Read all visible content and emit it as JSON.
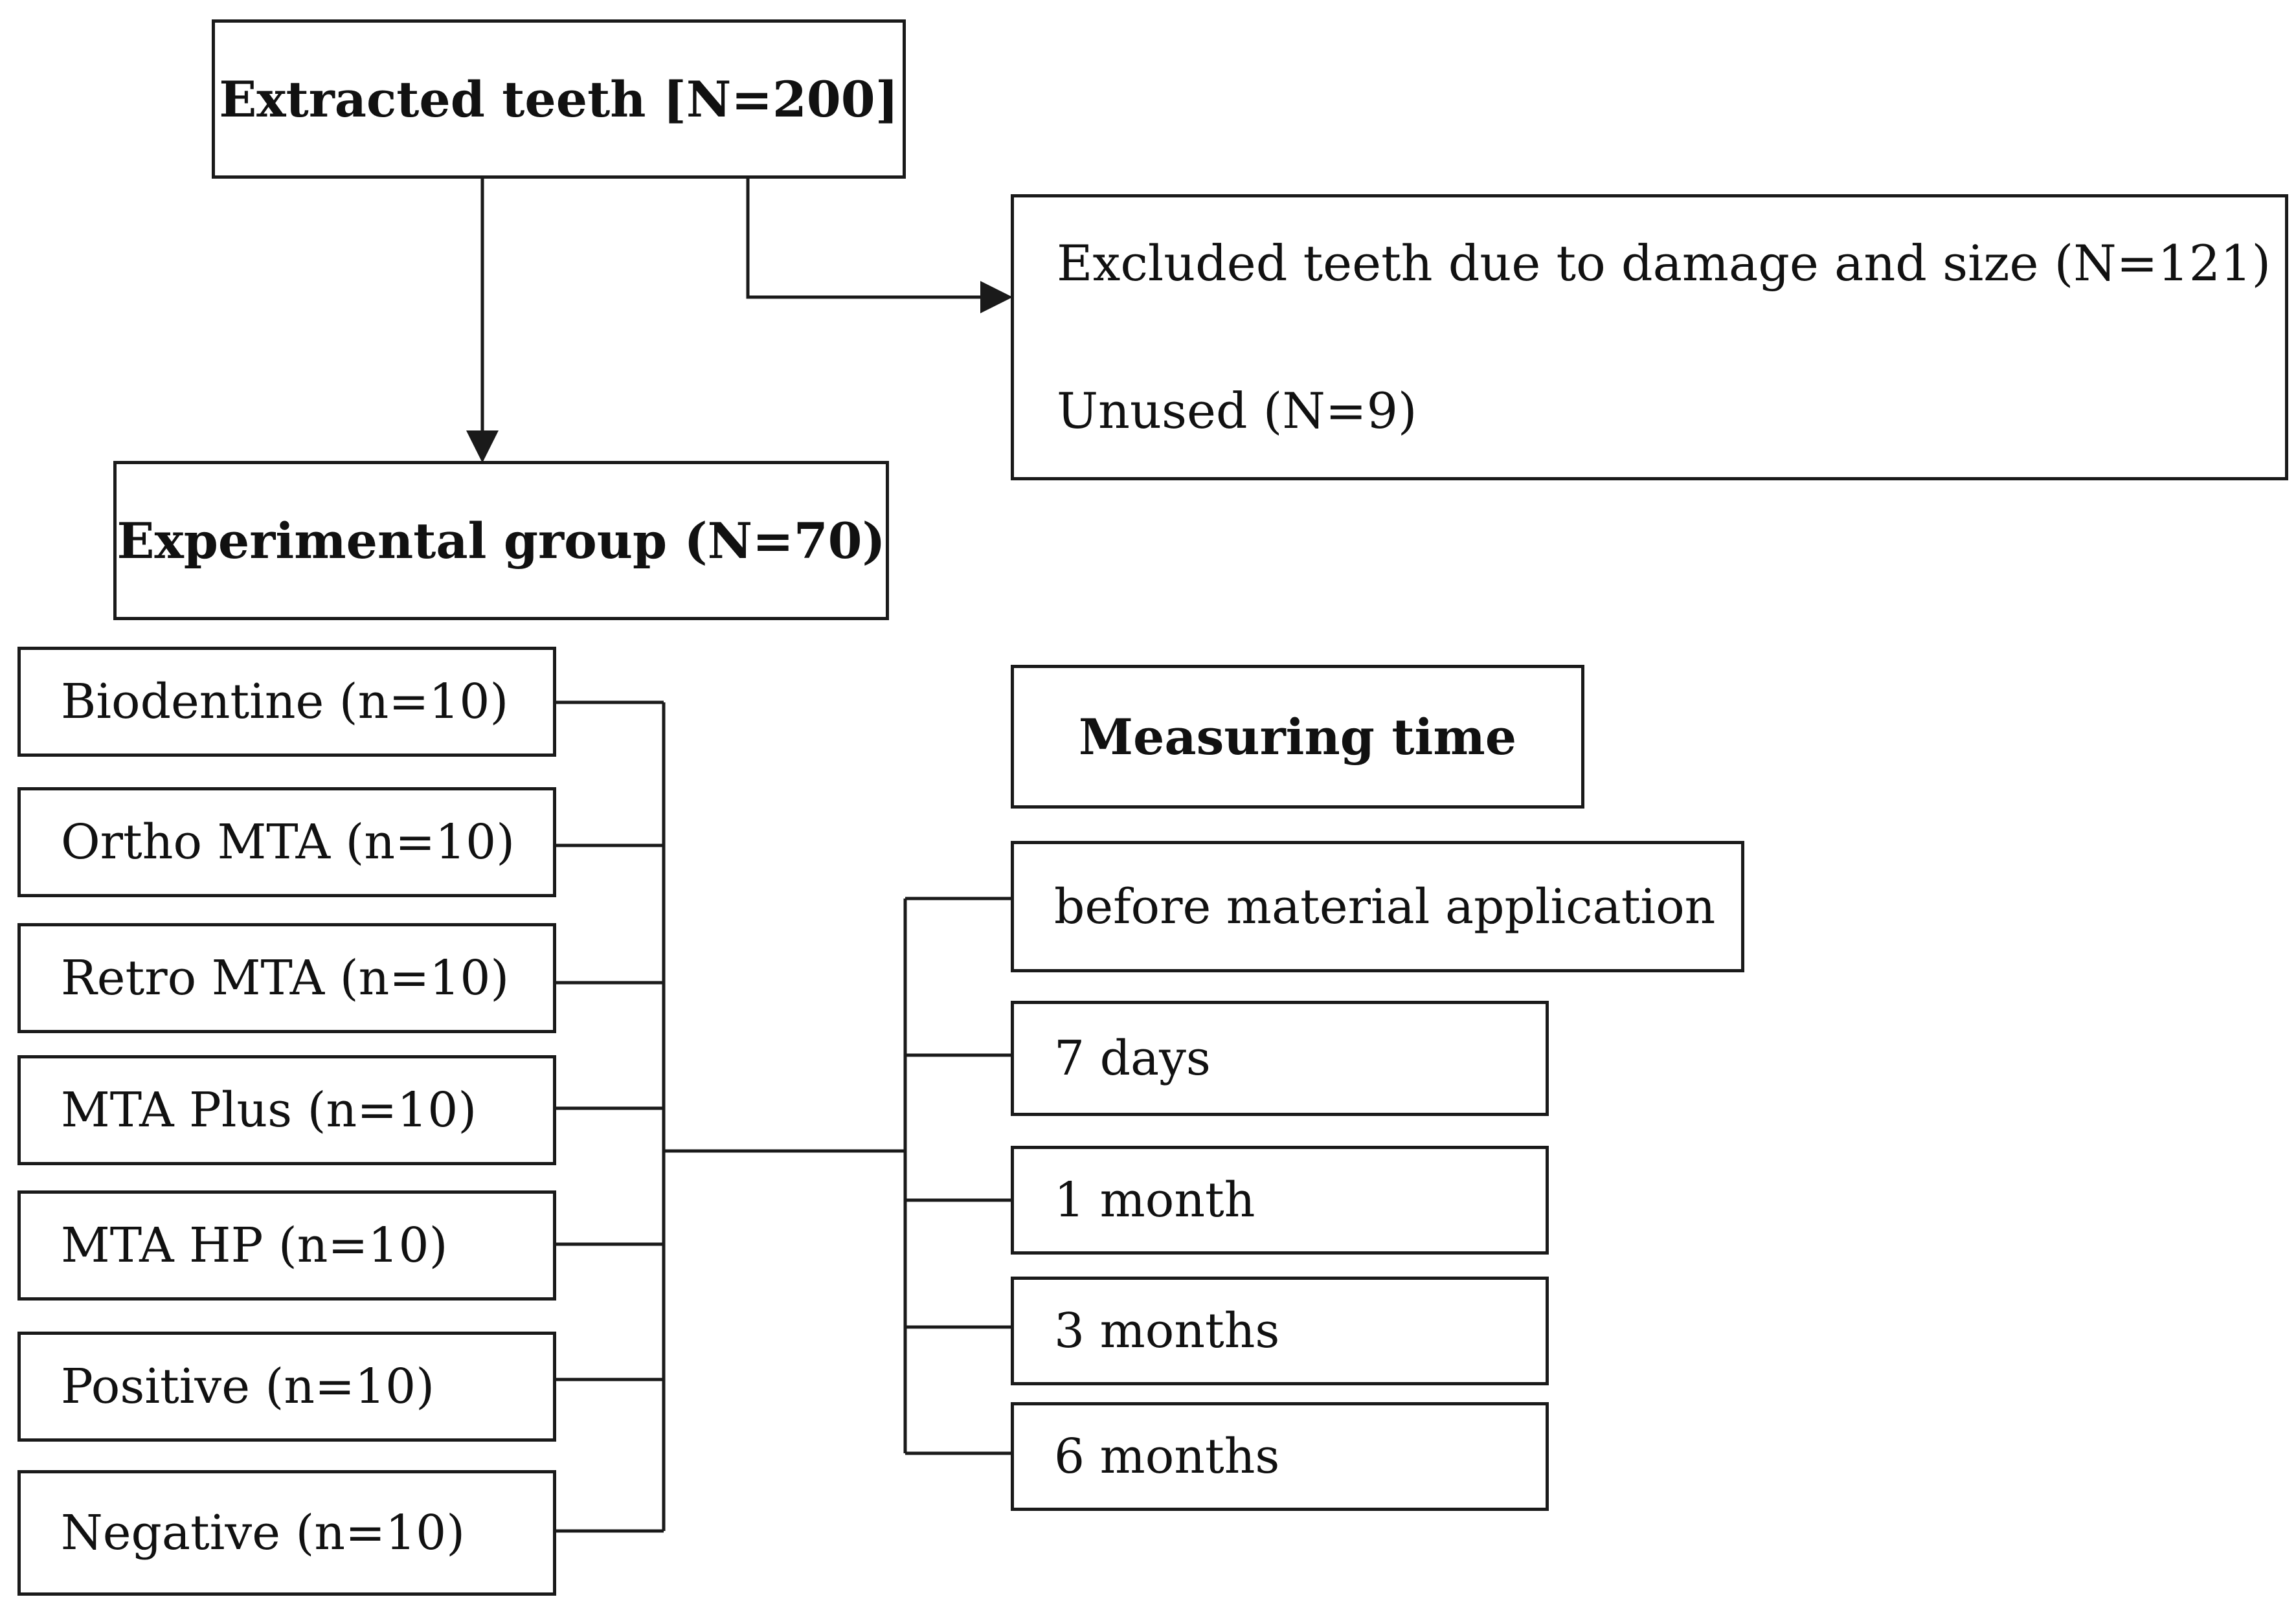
{
  "top_box": {
    "label": "Extracted teeth [N=200]"
  },
  "excluded_box": {
    "lines": [
      "Excluded teeth due to damage and size (N=121)",
      "Unused (N=9)"
    ]
  },
  "experimental_box": {
    "label": "Experimental group (N=70)"
  },
  "groups": [
    "Biodentine (n=10)",
    "Ortho MTA (n=10)",
    "Retro MTA (n=10)",
    "MTA Plus (n=10)",
    "MTA HP (n=10)",
    "Positive (n=10)",
    "Negative (n=10)"
  ],
  "measuring_box": {
    "label": "Measuring time"
  },
  "time_points": [
    "before material application",
    "7 days",
    "1 month",
    "3 months",
    "6 months"
  ],
  "colors": {
    "line": "#1a1a1a",
    "box_border": "#1a1a1a",
    "text": "#111111",
    "background": "#ffffff"
  }
}
